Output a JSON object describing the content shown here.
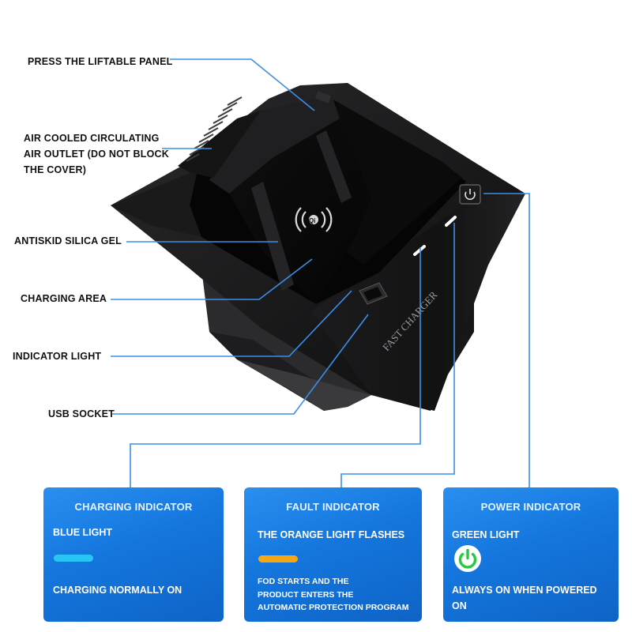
{
  "callouts": {
    "liftable_panel": "PRESS THE LIFTABLE PANEL",
    "air_outlet_1": "AIR COOLED CIRCULATING",
    "air_outlet_2": "AIR OUTLET (DO NOT BLOCK",
    "air_outlet_3": "THE COVER)",
    "antiskid": "ANTISKID SILICA GEL",
    "charging_area": "CHARGING AREA",
    "indicator_light": "INDICATOR LIGHT",
    "usb_socket": "USB SOCKET"
  },
  "product": {
    "panel_label": "FAST CHARGER"
  },
  "cards": {
    "charging": {
      "title": "CHARGING INDICATOR",
      "light": "BLUE LIGHT",
      "description": "CHARGING NORMALLY ON",
      "light_color": "#29c6f5"
    },
    "fault": {
      "title": "FAULT INDICATOR",
      "light": "THE ORANGE LIGHT FLASHES",
      "description_1": "FOD STARTS AND THE",
      "description_2": "PRODUCT ENTERS THE",
      "description_3": "AUTOMATIC PROTECTION PROGRAM",
      "light_color": "#f5a814"
    },
    "power": {
      "title": "POWER INDICATOR",
      "light": "GREEN LIGHT",
      "description_1": "ALWAYS ON WHEN POWERED",
      "description_2": "ON",
      "light_color": "#27c93f",
      "icon": "power-icon"
    }
  },
  "colors": {
    "leader_line": "#3a8fe8",
    "card_blue": "#1476dd"
  }
}
